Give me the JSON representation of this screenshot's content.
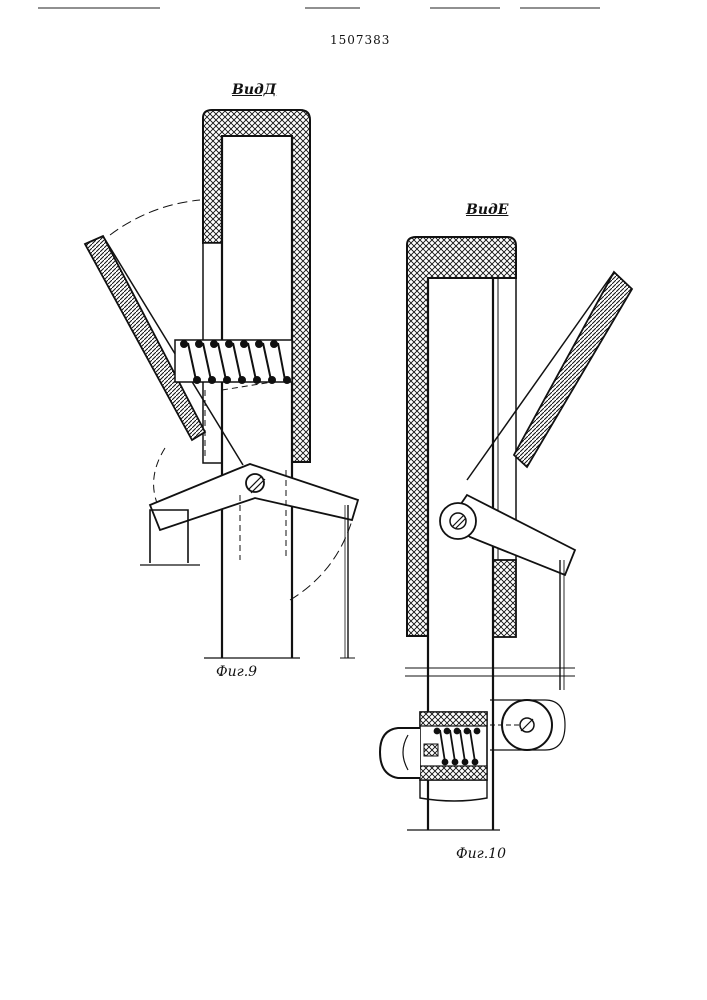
{
  "page_number": "1507383",
  "figure_9": {
    "view_label": "ВидД",
    "caption": "Фиг.9"
  },
  "figure_10": {
    "view_label": "ВидЕ",
    "caption": "Фиг.10"
  }
}
